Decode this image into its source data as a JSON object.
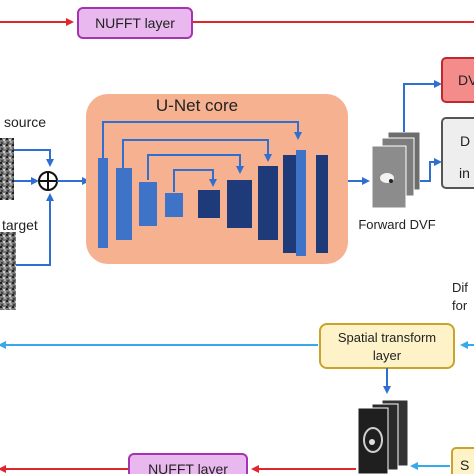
{
  "labels": {
    "nufft_top": "NUFFT layer",
    "nufft_bottom": "NUFFT layer",
    "unet_core": "U-Net core",
    "source": "source",
    "target": "target",
    "forward_dvf": "Forward DVF",
    "spatial_transform_line1": "Spatial transform",
    "spatial_transform_line2": "layer",
    "dvf_red_box": "DVF",
    "gray_box_line1": "D",
    "gray_box_line2": "in",
    "right_text_line1": "Dif",
    "right_text_line2": "for",
    "bottom_right_box": "S"
  },
  "colors": {
    "red_line": "#e0262d",
    "blue_line": "#2f6fd1",
    "light_blue_line": "#36a9ea",
    "nufft_fill": "#e9b8ee",
    "nufft_stroke": "#a534b0",
    "unet_fill": "#f6b191",
    "spatial_fill": "#fdf2c8",
    "spatial_stroke": "#c9a32a",
    "dvf_fill": "#f48c8c",
    "gray_fill": "#eeeeee",
    "block_blue": "#3f73c8",
    "block_dark": "#1f3a78"
  }
}
